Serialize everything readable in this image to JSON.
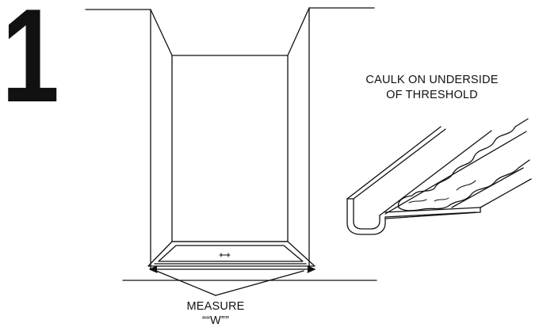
{
  "step": {
    "number": "1"
  },
  "callouts": {
    "caulk_line1": "CAULK ON UNDERSIDE",
    "caulk_line2": "OF THRESHOLD",
    "measure_line1": "MEASURE",
    "measure_line2": "““W””"
  },
  "colors": {
    "ink": "#111111",
    "paper": "#ffffff"
  }
}
